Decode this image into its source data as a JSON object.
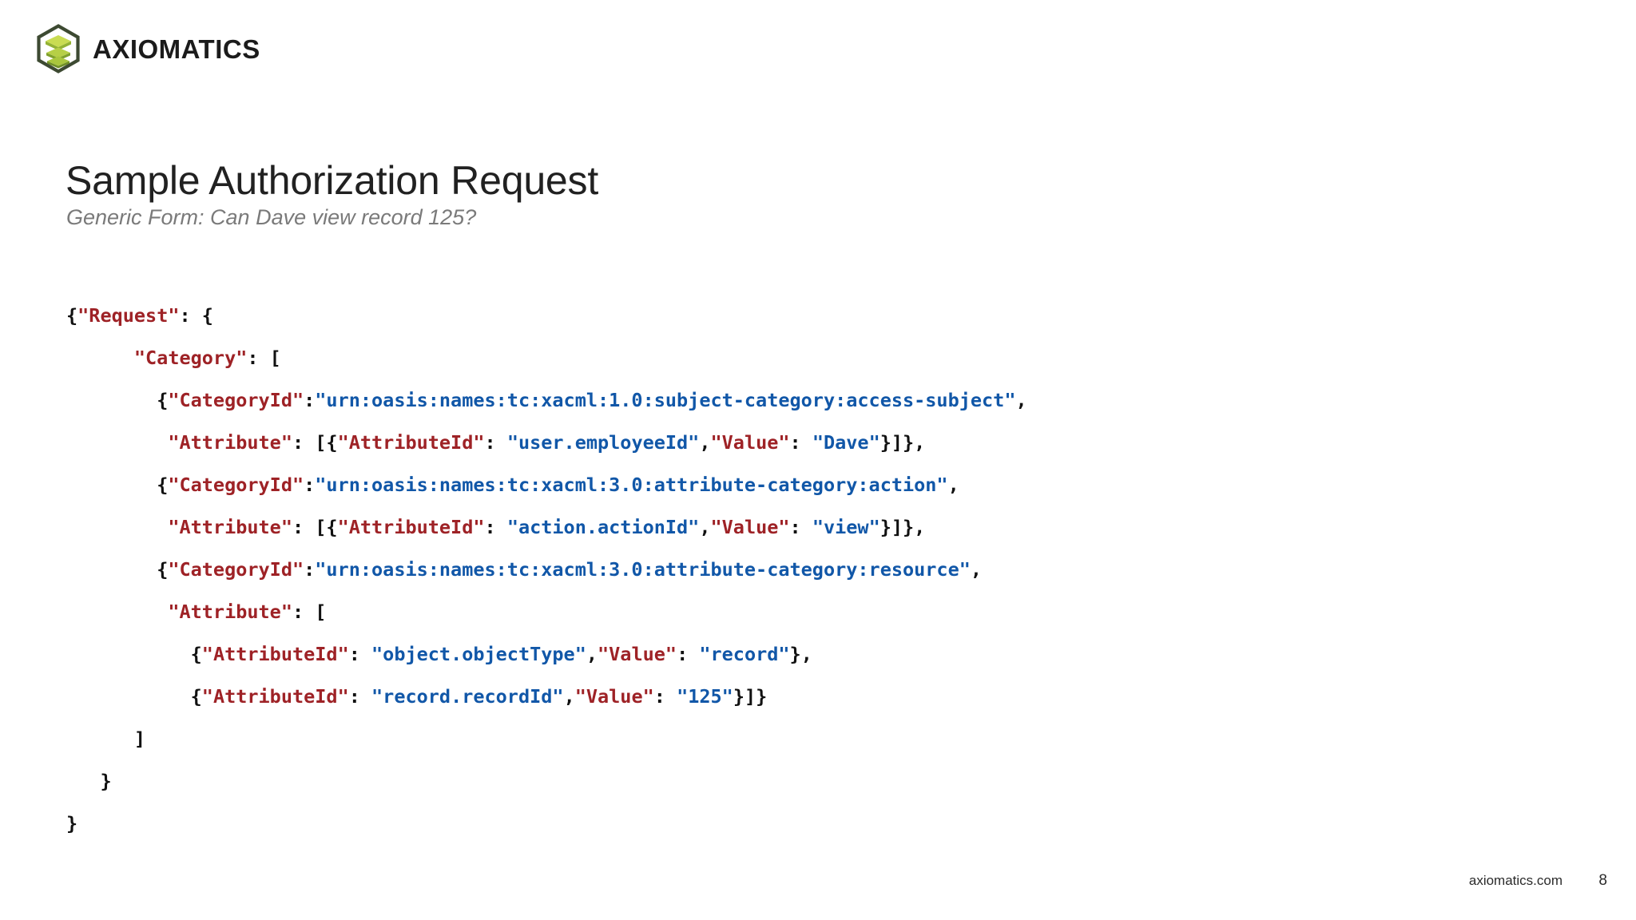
{
  "brand": {
    "wordmark": "AXIOMATICS",
    "logo_icon": "hexagon-stacked-layers-icon",
    "hex_outline_color": "#3d4a32",
    "layer_colors": [
      "#c4d94a",
      "#a8c63c",
      "#8fb534",
      "#7aa32c"
    ]
  },
  "slide": {
    "title": "Sample Authorization Request",
    "subtitle": "Generic Form: Can Dave view record 125?"
  },
  "colors": {
    "key": "#9e2226",
    "value": "#1157a8",
    "punct": "#111111",
    "title": "#212121",
    "subtitle": "#7a7a7a"
  },
  "code": {
    "language": "json",
    "lines": [
      {
        "indent": 0,
        "tokens": [
          {
            "t": "punct",
            "s": "{"
          },
          {
            "t": "key",
            "s": "\"Request\""
          },
          {
            "t": "punct",
            "s": ": {"
          }
        ]
      },
      {
        "indent": 6,
        "tokens": [
          {
            "t": "key",
            "s": "\"Category\""
          },
          {
            "t": "punct",
            "s": ": ["
          }
        ]
      },
      {
        "indent": 8,
        "tokens": [
          {
            "t": "punct",
            "s": "{"
          },
          {
            "t": "key",
            "s": "\"CategoryId\""
          },
          {
            "t": "punct",
            "s": ":"
          },
          {
            "t": "val",
            "s": "\"urn:oasis:names:tc:xacml:1.0:subject-category:access-subject\""
          },
          {
            "t": "punct",
            "s": ","
          }
        ]
      },
      {
        "indent": 9,
        "tokens": [
          {
            "t": "key",
            "s": "\"Attribute\""
          },
          {
            "t": "punct",
            "s": ": [{"
          },
          {
            "t": "key",
            "s": "\"AttributeId\""
          },
          {
            "t": "punct",
            "s": ": "
          },
          {
            "t": "val",
            "s": "\"user.employeeId\""
          },
          {
            "t": "punct",
            "s": ","
          },
          {
            "t": "key",
            "s": "\"Value\""
          },
          {
            "t": "punct",
            "s": ": "
          },
          {
            "t": "val",
            "s": "\"Dave\""
          },
          {
            "t": "punct",
            "s": "}]},"
          }
        ]
      },
      {
        "indent": 8,
        "tokens": [
          {
            "t": "punct",
            "s": "{"
          },
          {
            "t": "key",
            "s": "\"CategoryId\""
          },
          {
            "t": "punct",
            "s": ":"
          },
          {
            "t": "val",
            "s": "\"urn:oasis:names:tc:xacml:3.0:attribute-category:action\""
          },
          {
            "t": "punct",
            "s": ","
          }
        ]
      },
      {
        "indent": 9,
        "tokens": [
          {
            "t": "key",
            "s": "\"Attribute\""
          },
          {
            "t": "punct",
            "s": ": [{"
          },
          {
            "t": "key",
            "s": "\"AttributeId\""
          },
          {
            "t": "punct",
            "s": ": "
          },
          {
            "t": "val",
            "s": "\"action.actionId\""
          },
          {
            "t": "punct",
            "s": ","
          },
          {
            "t": "key",
            "s": "\"Value\""
          },
          {
            "t": "punct",
            "s": ": "
          },
          {
            "t": "val",
            "s": "\"view\""
          },
          {
            "t": "punct",
            "s": "}]},"
          }
        ]
      },
      {
        "indent": 8,
        "tokens": [
          {
            "t": "punct",
            "s": "{"
          },
          {
            "t": "key",
            "s": "\"CategoryId\""
          },
          {
            "t": "punct",
            "s": ":"
          },
          {
            "t": "val",
            "s": "\"urn:oasis:names:tc:xacml:3.0:attribute-category:resource\""
          },
          {
            "t": "punct",
            "s": ","
          }
        ]
      },
      {
        "indent": 9,
        "tokens": [
          {
            "t": "key",
            "s": "\"Attribute\""
          },
          {
            "t": "punct",
            "s": ": ["
          }
        ]
      },
      {
        "indent": 11,
        "tokens": [
          {
            "t": "punct",
            "s": "{"
          },
          {
            "t": "key",
            "s": "\"AttributeId\""
          },
          {
            "t": "punct",
            "s": ": "
          },
          {
            "t": "val",
            "s": "\"object.objectType\""
          },
          {
            "t": "punct",
            "s": ","
          },
          {
            "t": "key",
            "s": "\"Value\""
          },
          {
            "t": "punct",
            "s": ": "
          },
          {
            "t": "val",
            "s": "\"record\""
          },
          {
            "t": "punct",
            "s": "},"
          }
        ]
      },
      {
        "indent": 11,
        "tokens": [
          {
            "t": "punct",
            "s": "{"
          },
          {
            "t": "key",
            "s": "\"AttributeId\""
          },
          {
            "t": "punct",
            "s": ": "
          },
          {
            "t": "val",
            "s": "\"record.recordId\""
          },
          {
            "t": "punct",
            "s": ","
          },
          {
            "t": "key",
            "s": "\"Value\""
          },
          {
            "t": "punct",
            "s": ": "
          },
          {
            "t": "val",
            "s": "\"125\""
          },
          {
            "t": "punct",
            "s": "}]}"
          }
        ]
      },
      {
        "indent": 6,
        "tokens": [
          {
            "t": "punct",
            "s": "]"
          }
        ]
      },
      {
        "indent": 3,
        "tokens": [
          {
            "t": "punct",
            "s": "}"
          }
        ]
      },
      {
        "indent": 0,
        "tokens": [
          {
            "t": "punct",
            "s": "}"
          }
        ]
      }
    ]
  },
  "footer": {
    "site": "axiomatics.com",
    "page_number": "8"
  }
}
